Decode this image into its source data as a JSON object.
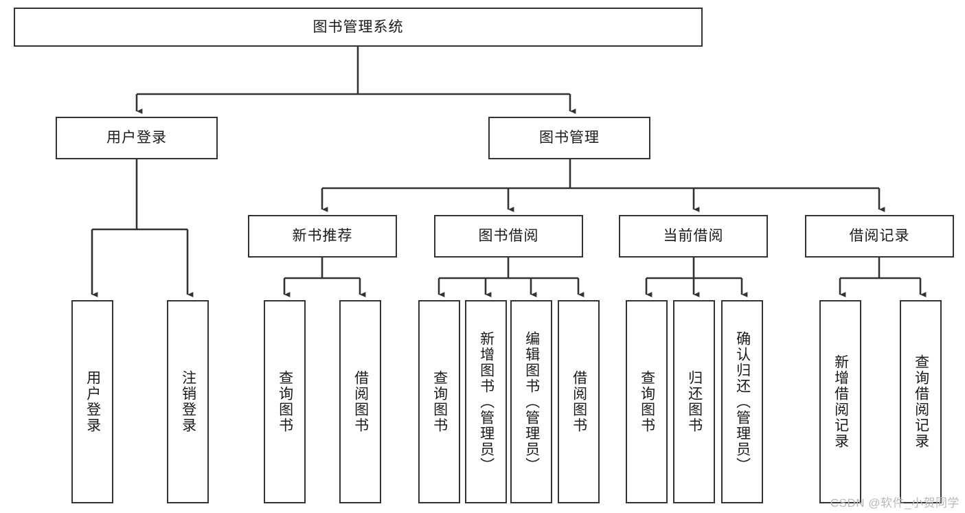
{
  "diagram": {
    "title": "图书管理系统",
    "type": "hierarchy-tree",
    "watermark": "CSDN @软件_小贺同学",
    "colors": {
      "box_border": "#333333",
      "box_fill": "#ffffff",
      "connector": "#333333",
      "text": "#1a1a1a",
      "watermark": "#b9b9b9"
    },
    "root": {
      "label": "图书管理系统"
    },
    "level1": [
      {
        "label": "用户登录"
      },
      {
        "label": "图书管理"
      }
    ],
    "level2": [
      {
        "label": "新书推荐"
      },
      {
        "label": "图书借阅"
      },
      {
        "label": "当前借阅"
      },
      {
        "label": "借阅记录"
      }
    ],
    "leaves": {
      "user_login": [
        {
          "label": "用户登录"
        },
        {
          "label": "注销登录"
        }
      ],
      "new_book_recommend": [
        {
          "label": "查询图书"
        },
        {
          "label": "借阅图书"
        }
      ],
      "book_borrow": [
        {
          "label": "查询图书"
        },
        {
          "label": "新增图书（管理员）"
        },
        {
          "label": "编辑图书（管理员）"
        },
        {
          "label": "借阅图书"
        }
      ],
      "current_borrow": [
        {
          "label": "查询图书"
        },
        {
          "label": "归还图书"
        },
        {
          "label": "确认归还（管理员）"
        }
      ],
      "borrow_record": [
        {
          "label": "新增借阅记录"
        },
        {
          "label": "查询借阅记录"
        }
      ]
    }
  }
}
